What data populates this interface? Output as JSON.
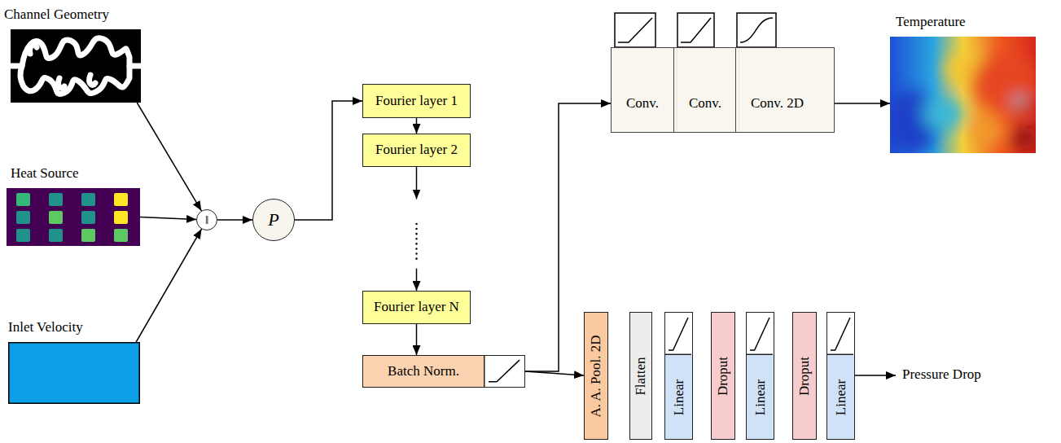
{
  "diagram": {
    "nodes": [
      {
        "text": [
          "Channel Geometry"
        ]
      },
      {
        "text": [
          "Heat Source"
        ]
      },
      {
        "text": [
          "Inlet Velocity"
        ]
      },
      {
        "text": [
          "‖"
        ]
      },
      {
        "text": [
          "P"
        ]
      },
      {
        "text": [
          "Fourier layer 1"
        ]
      },
      {
        "text": [
          "Fourier layer 2"
        ]
      },
      {
        "text": [
          "Fourier layer N"
        ]
      },
      {
        "text": [
          "Batch Norm."
        ]
      },
      {
        "text": [
          "Conv."
        ]
      },
      {
        "text": [
          "Conv."
        ]
      },
      {
        "text": [
          "Conv. 2D"
        ]
      },
      {
        "text": [
          "Temperature"
        ]
      },
      {
        "text": [
          "A. A. Pool. 2D"
        ]
      },
      {
        "text": [
          "Flatten"
        ]
      },
      {
        "text": [
          "Linear"
        ]
      },
      {
        "text": [
          "Droput"
        ]
      },
      {
        "text": [
          "Linear"
        ]
      },
      {
        "text": [
          "Droput"
        ]
      },
      {
        "text": [
          "Linear"
        ]
      }
    ],
    "edges": [
      {
        "from": 0,
        "to": 3,
        "arrow": "to"
      },
      {
        "from": 1,
        "to": 3,
        "arrow": "to"
      },
      {
        "from": 2,
        "to": 3,
        "arrow": "to"
      },
      {
        "from": 3,
        "to": 4,
        "arrow": "to"
      },
      {
        "from": 4,
        "to": 5,
        "arrow": "to"
      },
      {
        "from": 5,
        "to": 6,
        "arrow": "to"
      },
      {
        "from": 6,
        "to": 7,
        "arrow": "to"
      },
      {
        "from": 7,
        "to": 8,
        "arrow": "to"
      },
      {
        "from": 8,
        "to": 9,
        "arrow": "to"
      },
      {
        "from": 11,
        "to": 12,
        "arrow": "to"
      },
      {
        "from": 8,
        "to": 13,
        "arrow": "to"
      }
    ],
    "labels": [
      "Pressure Drop"
    ]
  }
}
